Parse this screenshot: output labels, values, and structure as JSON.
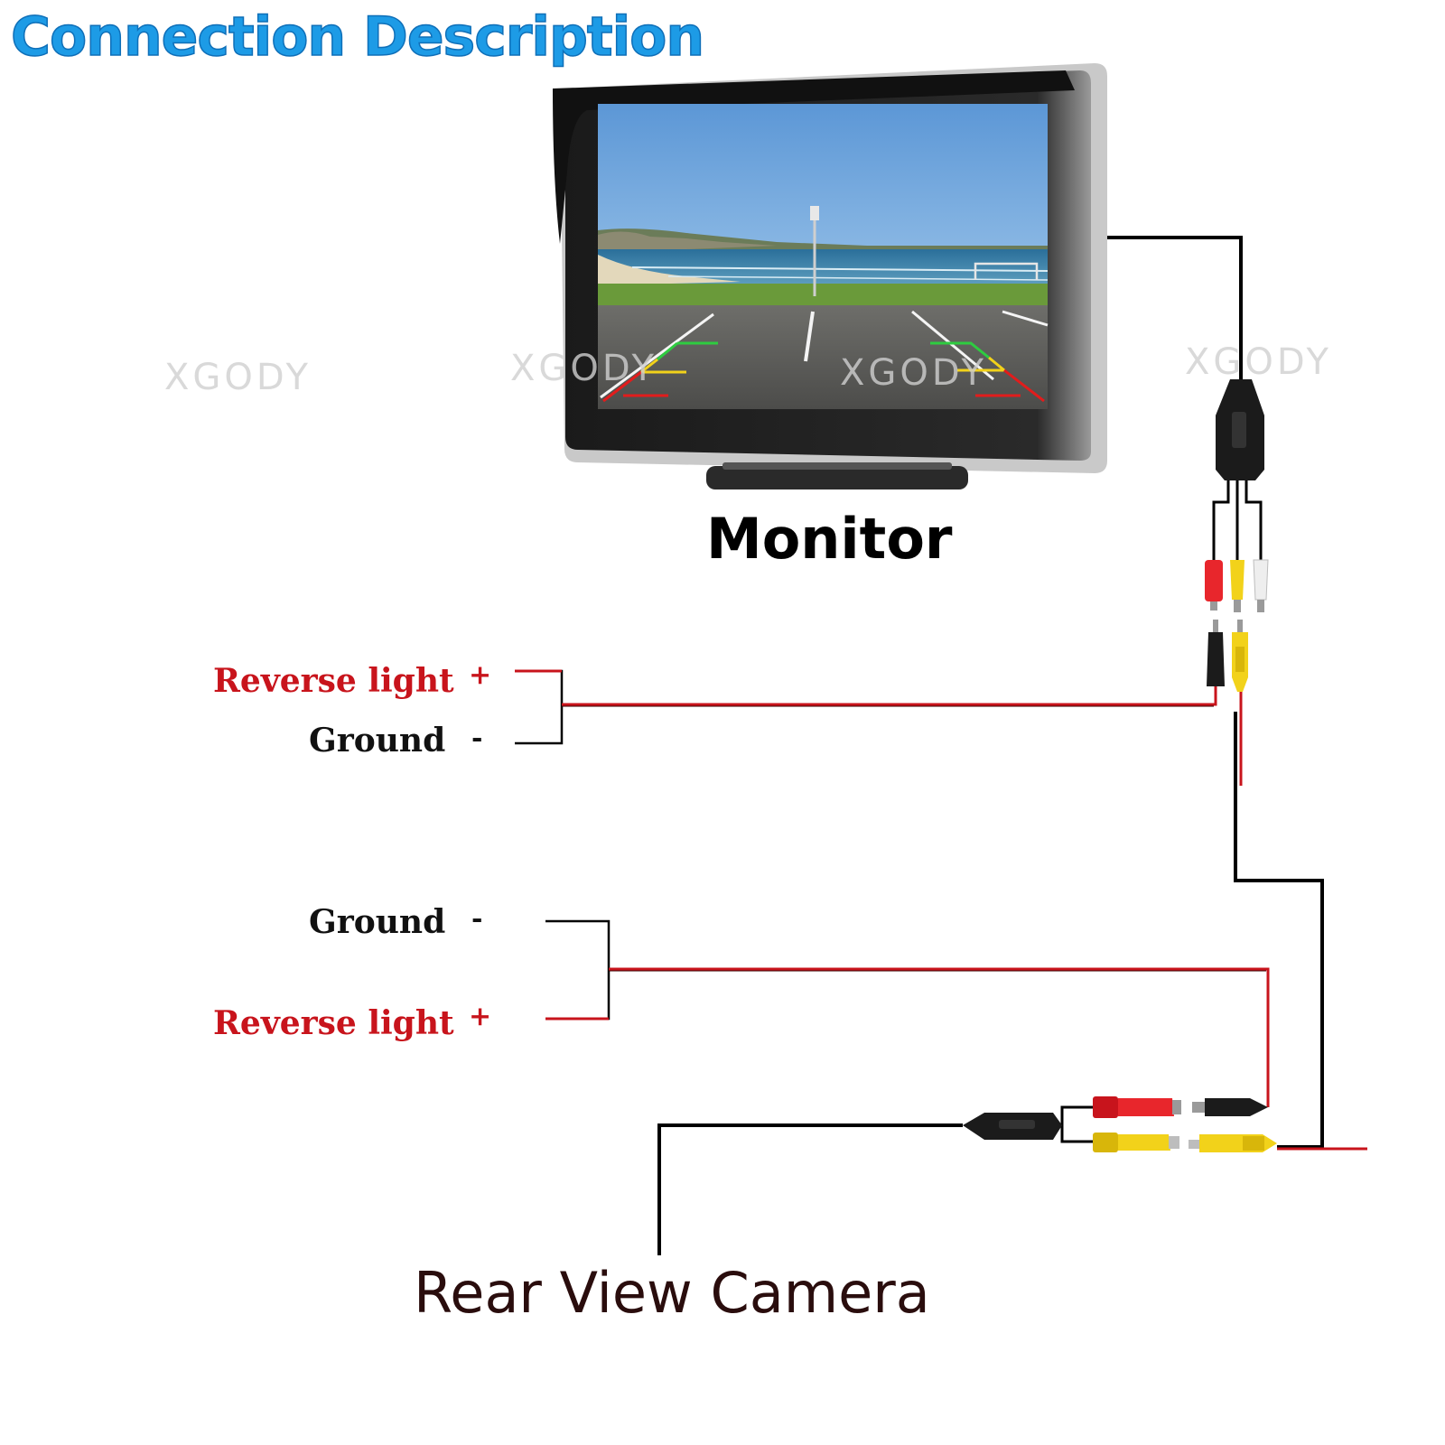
{
  "title": "Connection Description",
  "watermark": "XGODY",
  "labels": {
    "monitor": "Monitor",
    "rear_view_camera": "Rear View Camera",
    "reverse_light": "Reverse light",
    "ground": "Ground",
    "plus": "+",
    "minus": "-"
  },
  "colors": {
    "title": "#1d9be6",
    "power_wire": "#c8141c",
    "signal_wire": "#000000",
    "rca_red": "#e8262c",
    "rca_yellow": "#f2d21a",
    "rca_white": "#f2f2f2"
  }
}
